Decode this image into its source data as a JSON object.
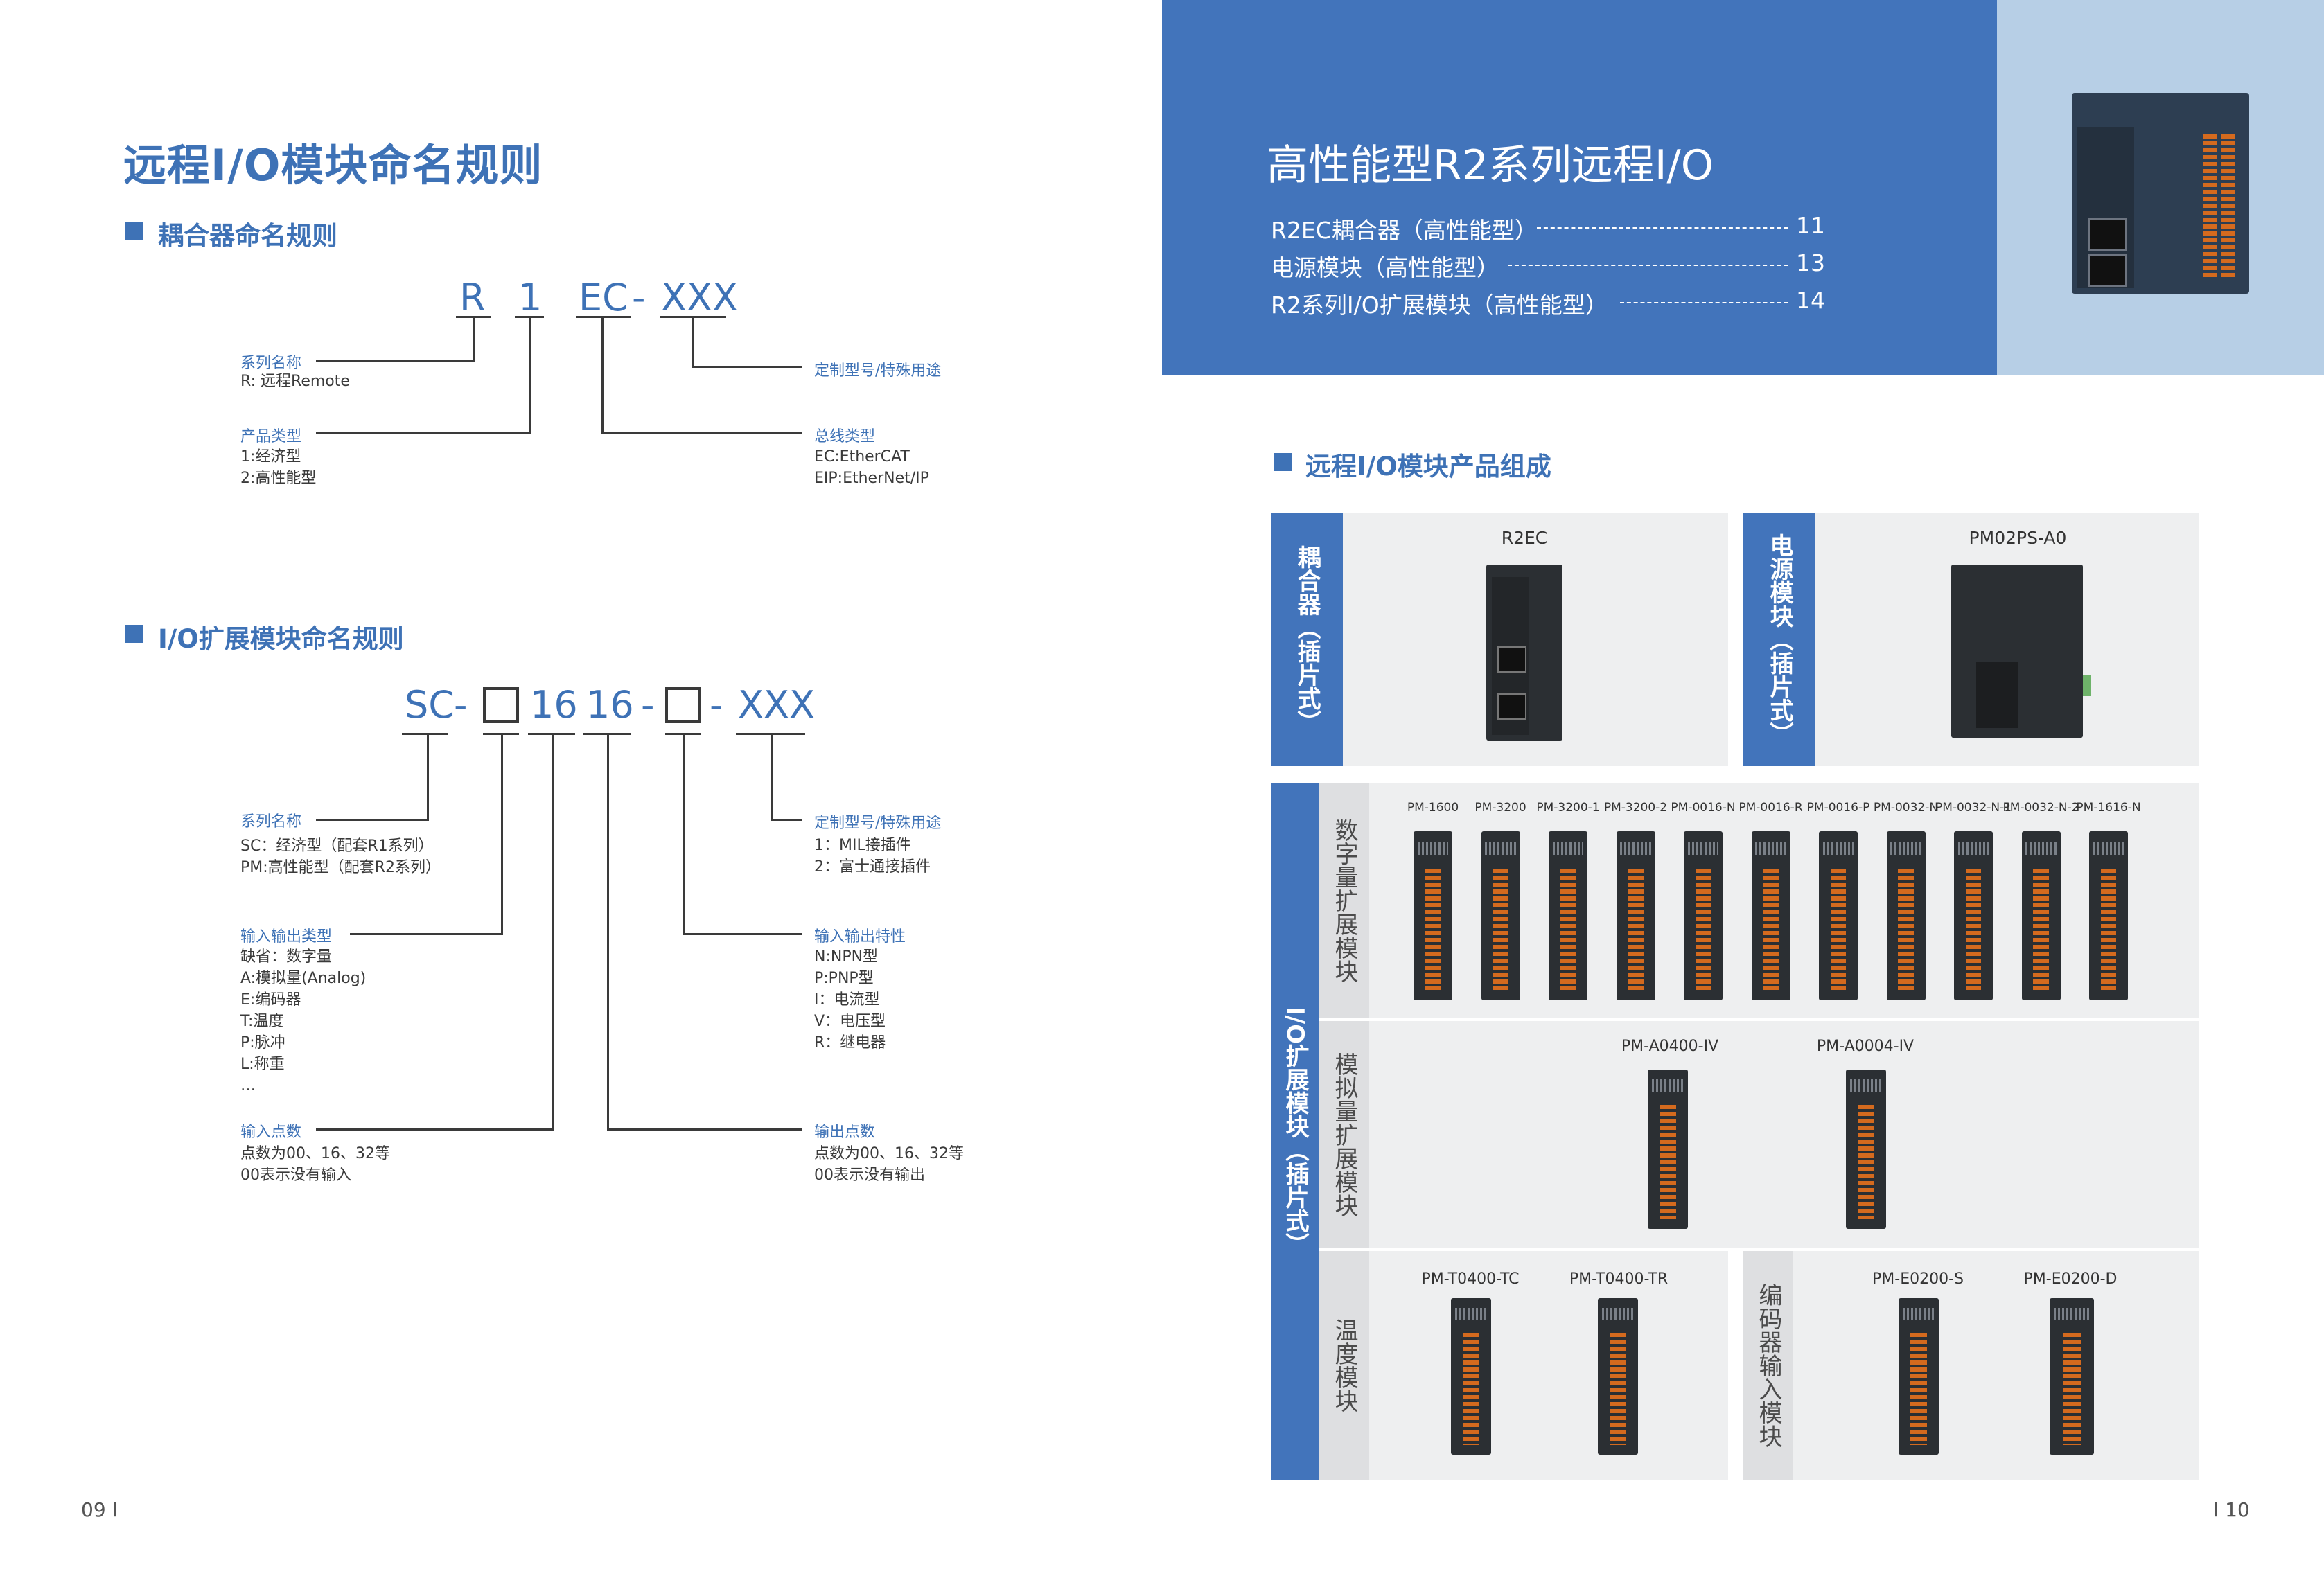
{
  "left": {
    "title": "远程I/O模块命名规则",
    "coupler": {
      "heading": "耦合器命名规则",
      "code": [
        "R",
        "1",
        "EC",
        "-",
        "XXX"
      ],
      "series": {
        "label": "系列名称",
        "lines": "R: 远程Remote"
      },
      "product": {
        "label": "产品类型",
        "lines": "1:经济型\n2:高性能型"
      },
      "custom": {
        "label": "定制型号/特殊用途"
      },
      "bus": {
        "label": "总线类型",
        "lines": "EC:EtherCAT\nEIP:EtherNet/IP"
      }
    },
    "io": {
      "heading": "I/O扩展模块命名规则",
      "code": [
        "SC",
        "-",
        "16",
        "16",
        "-",
        "-",
        "XXX"
      ],
      "series": {
        "label": "系列名称",
        "lines": "SC：经济型（配套R1系列）\nPM:高性能型（配套R2系列）"
      },
      "iotype": {
        "label": "输入输出类型",
        "lines": "缺省：数字量\nA:模拟量(Analog)\nE:编码器\nT:温度\nP:脉冲\nL:称重\n…"
      },
      "inputs": {
        "label": "输入点数",
        "lines": "点数为00、16、32等\n00表示没有输入"
      },
      "custom": {
        "label": "定制型号/特殊用途",
        "lines": "1：MIL接插件\n2：富士通接插件"
      },
      "feature": {
        "label": "输入输出特性",
        "lines": "N:NPN型\nP:PNP型\nI：电流型\nV：电压型\nR：继电器"
      },
      "outputs": {
        "label": "输出点数",
        "lines": "点数为00、16、32等\n00表示没有输出"
      }
    },
    "page_number": "09 I"
  },
  "right": {
    "title": "高性能型R2系列远程I/O",
    "toc": [
      {
        "label": "R2EC耦合器（高性能型）",
        "page": "11"
      },
      {
        "label": "电源模块（高性能型）",
        "page": "13"
      },
      {
        "label": "R2系列I/O扩展模块（高性能型）",
        "page": "14"
      }
    ],
    "section_heading": "远程I/O模块产品组成",
    "coupler": {
      "side": "耦合器（插片式）",
      "name": "R2EC"
    },
    "power": {
      "side": "电源模块（插片式）",
      "name": "PM02PS-A0"
    },
    "io_side": "I/O扩展模块（插片式）",
    "digital": {
      "side": "数字量扩展模块",
      "items": [
        "PM-1600",
        "PM-3200",
        "PM-3200-1",
        "PM-3200-2",
        "PM-0016-N",
        "PM-0016-R",
        "PM-0016-P",
        "PM-0032-N",
        "PM-0032-N-1",
        "PM-0032-N-2",
        "PM-1616-N"
      ]
    },
    "analog": {
      "side": "模拟量扩展模块",
      "items": [
        "PM-A0400-IV",
        "PM-A0004-IV"
      ]
    },
    "temperature": {
      "side": "温度模块",
      "items": [
        "PM-T0400-TC",
        "PM-T0400-TR"
      ]
    },
    "encoder": {
      "side": "编码器输入模块",
      "items": [
        "PM-E0200-S",
        "PM-E0200-D"
      ]
    },
    "page_number": "I 10"
  }
}
